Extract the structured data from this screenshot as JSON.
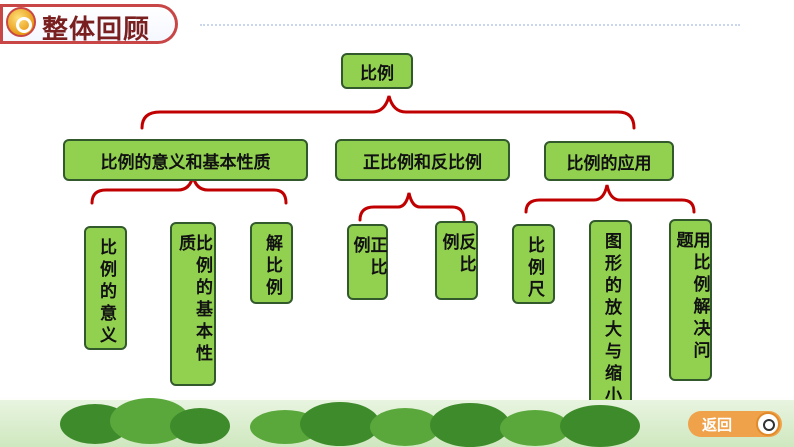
{
  "header": {
    "title": "整体回顾"
  },
  "diagram": {
    "root": "比例",
    "level1": [
      "比例的意义和基本性质",
      "正比例和反比例",
      "比例的应用"
    ],
    "leaves": {
      "group1": [
        "比例的意义",
        "比例的基本性质",
        "解比例"
      ],
      "group2": [
        "正比例",
        "反比例"
      ],
      "group3": [
        "比例尺",
        "图形的放大与缩小",
        "用比例解决问题"
      ]
    }
  },
  "footer": {
    "back_label": "返回"
  },
  "colors": {
    "box_fill": "#92d050",
    "box_border": "#31592c",
    "brace": "#c00000",
    "title": "#7a1f1f"
  }
}
